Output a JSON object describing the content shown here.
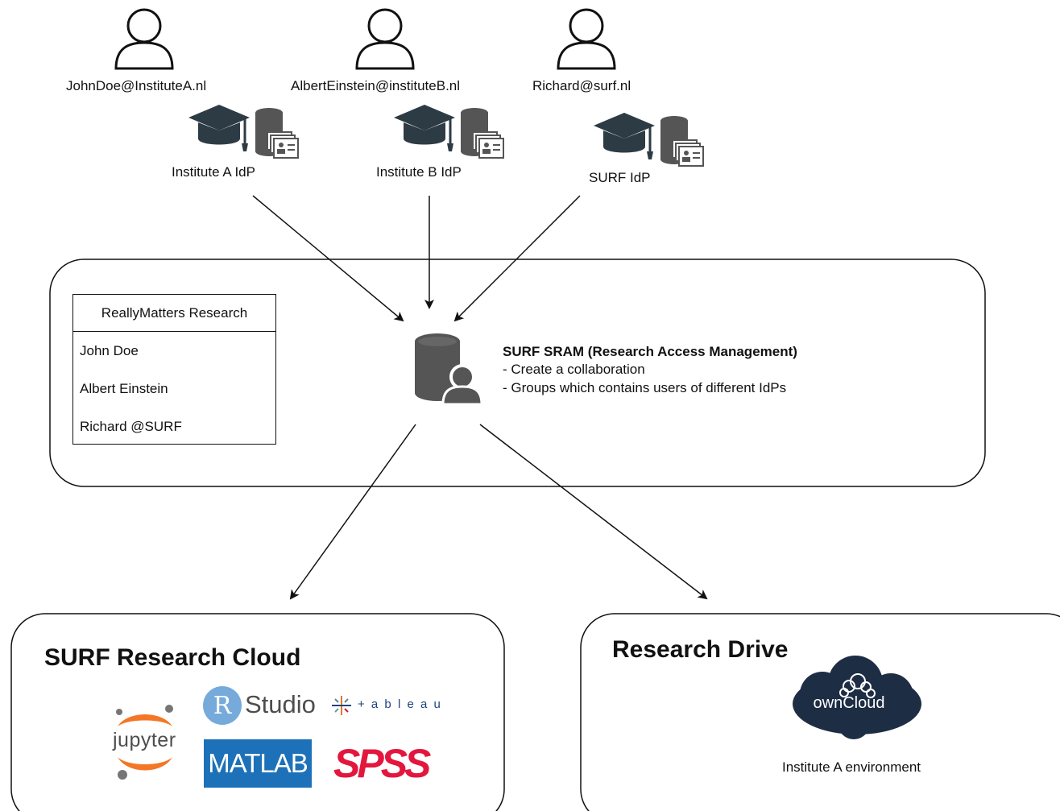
{
  "users": [
    {
      "email": "JohnDoe@InstituteA.nl",
      "idp": "Institute A IdP"
    },
    {
      "email": "AlbertEinstein@instituteB.nl",
      "idp": "Institute B IdP"
    },
    {
      "email": "Richard@surf.nl",
      "idp": "SURF IdP"
    }
  ],
  "collaboration": {
    "title": "ReallyMatters Research",
    "members": [
      "John Doe",
      "Albert Einstein",
      "Richard @SURF"
    ]
  },
  "sram": {
    "title": "SURF SRAM (Research Access Management)",
    "lines": [
      " - Create a collaboration",
      " - Groups which contains users of different IdPs"
    ]
  },
  "research_cloud": {
    "title": "SURF Research Cloud",
    "logos": {
      "jupyter": "jupyter",
      "rstudio_r": "R",
      "rstudio": "Studio",
      "tableau": "+ a b l e a u",
      "matlab": "MATLAB",
      "spss": "SPSS"
    }
  },
  "research_drive": {
    "title": "Research Drive",
    "owncloud": "ownCloud",
    "caption": "Institute A environment"
  },
  "colors": {
    "icon_dark": "#2d3b45",
    "icon_gray": "#555555",
    "rstudio_blue": "#75aadb",
    "matlab_blue": "#1d71b8",
    "spss_red": "#e3173e",
    "jupyter_orange": "#f37726",
    "owncloud_navy": "#1d2d44"
  }
}
